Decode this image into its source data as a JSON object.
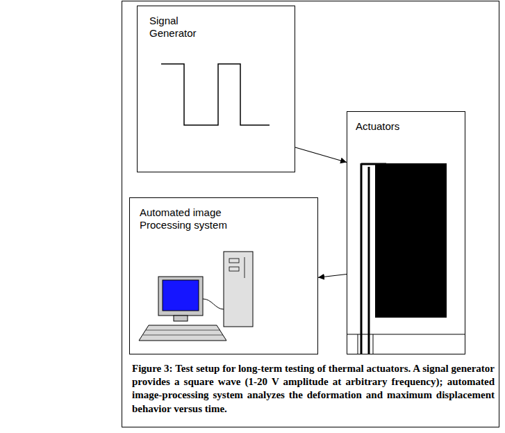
{
  "diagram": {
    "caption": "Figure 3: Test setup for long-term testing of thermal actuators. A signal generator provides a square wave (1-20 V amplitude at arbitrary frequency); automated image-processing system analyzes the deformation and maximum displacement behavior versus time.",
    "nodes": [
      {
        "text": [
          "Signal Generator"
        ]
      },
      {
        "text": [
          "Actuators"
        ]
      },
      {
        "text": [
          "Automated image Processing system"
        ]
      }
    ],
    "edges": [
      {
        "from": 0,
        "to": 1,
        "arrow": "to"
      },
      {
        "from": 1,
        "to": 2,
        "arrow": "to"
      }
    ]
  }
}
